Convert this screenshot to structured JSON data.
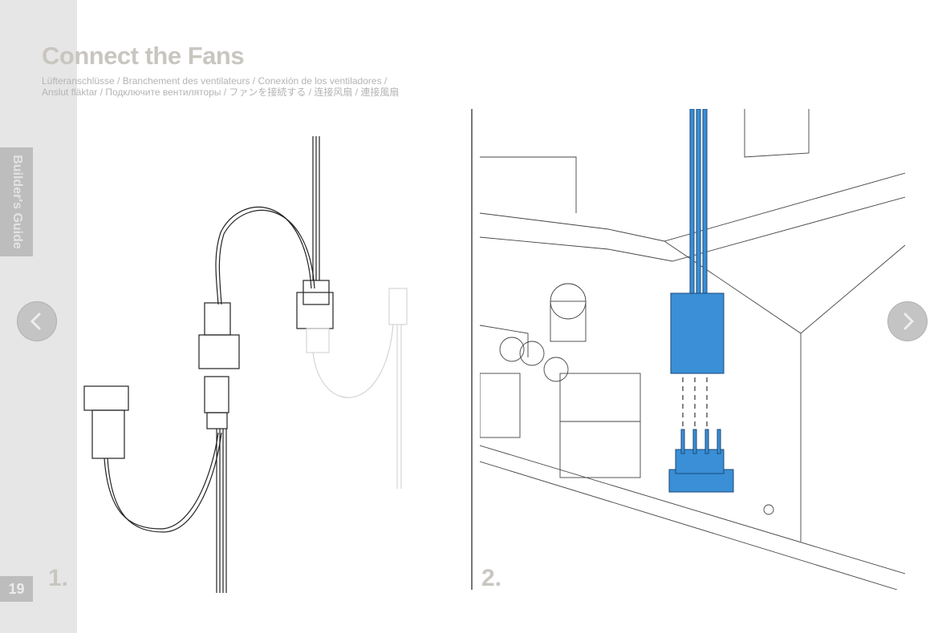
{
  "title": "Connect the Fans",
  "subtitle_line1": "Lüfteranschlüsse / Branchement des ventilateurs / Conexión de los ventiladores /",
  "subtitle_line2": "Anslut fläktar / Подключите вентиляторы / ファンを接続する / 连接风扇 / 連接風扇",
  "side_tab": "Builder's Guide",
  "page_number": "19",
  "steps": [
    {
      "label": "1."
    },
    {
      "label": "2."
    }
  ],
  "nav": {
    "prev_icon": "chevron-left-icon",
    "next_icon": "chevron-right-icon"
  },
  "colors": {
    "accent": "#3a8fd6",
    "sidebar": "#e6e6e6",
    "title": "#c9c6c1"
  }
}
